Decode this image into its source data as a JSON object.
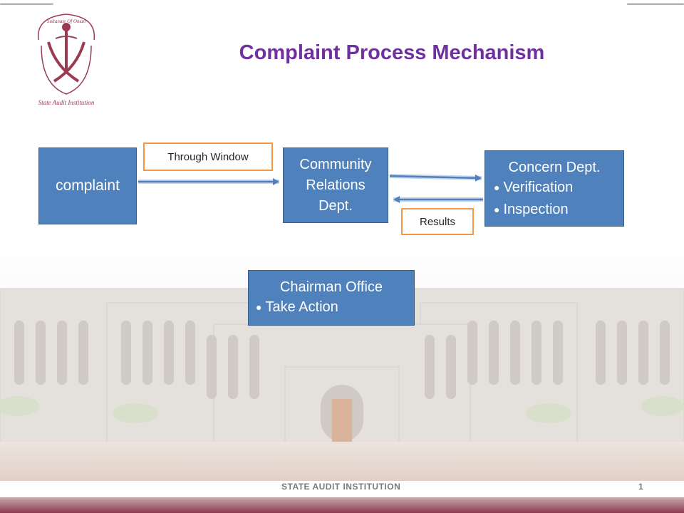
{
  "title": "Complaint Process Mechanism",
  "logo": {
    "top_text": "Sultanate Of Oman",
    "bottom_text": "State Audit Institution"
  },
  "nodes": {
    "complaint": {
      "label": "complaint"
    },
    "community": {
      "lines": [
        "Community",
        "Relations",
        "Dept."
      ]
    },
    "concern": {
      "heading": "Concern Dept.",
      "bullets": [
        "Verification",
        "Inspection"
      ]
    },
    "chairman": {
      "heading": "Chairman Office",
      "bullets": [
        "Take Action"
      ]
    }
  },
  "edges": {
    "through_window": "Through Window",
    "results": "Results"
  },
  "footer": {
    "institution": "STATE AUDIT INSTITUTION",
    "page_number": "1"
  },
  "colors": {
    "title": "#7030a0",
    "box_fill": "#4f81bd",
    "box_border": "#385d8a",
    "label_border": "#f79646",
    "logo": "#9b3b52",
    "footer": "#8c3b4d"
  }
}
